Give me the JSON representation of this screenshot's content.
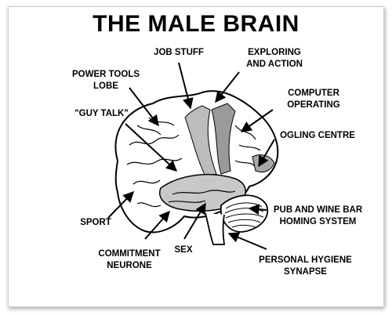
{
  "title": "THE MALE BRAIN",
  "labels": {
    "job_stuff": "JOB STUFF",
    "exploring": "EXPLORING\nAND ACTION",
    "power_tools": "POWER TOOLS\nLOBE",
    "computer": "COMPUTER\nOPERATING",
    "guy_talk": "\"GUY TALK\"",
    "ogling": "OGLING CENTRE",
    "pub": "PUB AND WINE BAR\nHOMING SYSTEM",
    "sport": "SPORT",
    "commitment": "COMMITMENT\nNEURONE",
    "sex": "SEX",
    "hygiene": "PERSONAL HYGIENE\nSYNAPSE"
  }
}
